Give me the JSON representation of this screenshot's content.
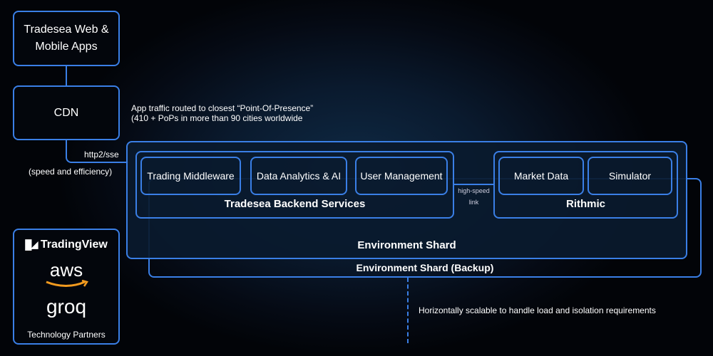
{
  "client": {
    "title_line1": "Tradesea Web &",
    "title_line2": "Mobile Apps"
  },
  "cdn": {
    "label": "CDN",
    "note_line1": "App traffic routed to closest “Point-Of-Presence”",
    "note_line2": "(410 + PoPs in more than 90 cities worldwide"
  },
  "connection": {
    "protocol": "http2/sse",
    "note": "(speed and efficiency)"
  },
  "backend": {
    "title": "Tradesea Backend Services",
    "services": [
      "Trading Middleware",
      "Data Analytics & AI",
      "User Management"
    ]
  },
  "link": {
    "line1": "high-speed",
    "line2": "link"
  },
  "rithmic": {
    "title": "Rithmic",
    "services": [
      "Market Data",
      "Simulator"
    ]
  },
  "shard": {
    "title": "Environment Shard",
    "backup_title": "Environment Shard (Backup)"
  },
  "scaling_note": "Horizontally scalable to handle load and isolation requirements",
  "partners": {
    "logos": [
      "TradingView",
      "aws",
      "groq"
    ],
    "caption": "Technology Partners"
  },
  "colors": {
    "accent": "#3a7fe6",
    "aws_orange": "#f29a1f"
  }
}
